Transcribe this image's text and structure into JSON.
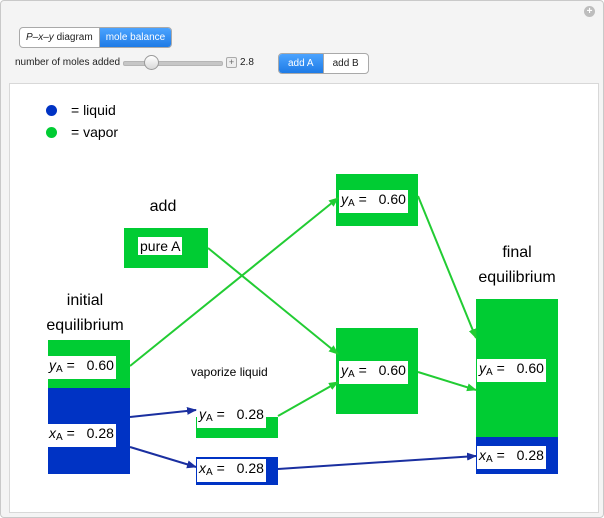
{
  "controls": {
    "mode_options": [
      "P–x–y diagram",
      "mole balance"
    ],
    "mode_selected": "mole balance",
    "slider_label": "number of moles added",
    "slider_value": "2.8",
    "slider_fraction": 0.28,
    "add_options": [
      "add A",
      "add B"
    ],
    "add_selected": "add A"
  },
  "legend": {
    "liquid": "= liquid",
    "vapor": "= vapor"
  },
  "colors": {
    "liquid": "#0033c4",
    "vapor": "#00cc33",
    "liquid_arrow": "#1a2fa0",
    "vapor_arrow": "#22cc33"
  },
  "labels": {
    "add": "add",
    "pure_a": "pure A",
    "initial_line1": "initial",
    "initial_line2": "equilibrium",
    "vaporize": "vaporize liquid",
    "final_line1": "final",
    "final_line2": "equilibrium"
  },
  "values": {
    "initial_vapor_yA": "0.60",
    "initial_liquid_xA": "0.28",
    "vaporized_yA": "0.28",
    "remaining_liquid_xA": "0.28",
    "top_vapor_yA": "0.60",
    "mixed_vapor_yA": "0.60",
    "final_vapor_yA": "0.60",
    "final_liquid_xA": "0.28"
  },
  "symbols": {
    "y": "y",
    "x": "x",
    "sub_a": "A",
    "eq": "="
  }
}
